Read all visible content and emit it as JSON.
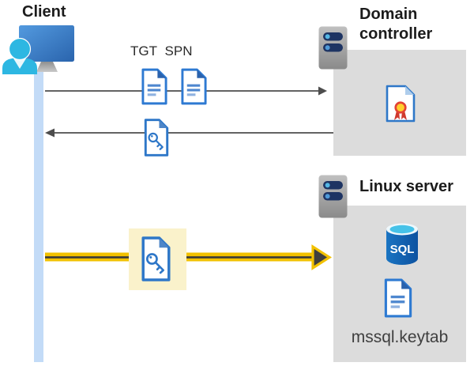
{
  "labels": {
    "client": "Client",
    "domain_controller": "Domain controller",
    "linux_server": "Linux server",
    "tgt": "TGT",
    "spn": "SPN",
    "keytab": "mssql.keytab",
    "sql": "SQL"
  },
  "colors": {
    "doc_icon_blue": "#2e7ad2",
    "doc_fold_blue": "#2a62ad",
    "timeline_blue": "#c3dbf7",
    "box_gray": "#dcdcdc",
    "arrow_gray": "#4d4d4d",
    "arrow_yellow": "#f2c100",
    "arrowhead_dark": "#3f3f3f",
    "highlight_yellow": "#faf2cb",
    "person_cyan": "#2db7e2",
    "monitor_blue": "#3b7cc4",
    "server_pill_navy": "#1e3463",
    "sql_cylinder_blue": "#1268b6",
    "sql_top_cyan": "#46c2e8",
    "seal_yellow": "#ffd02e",
    "seal_red": "#e34234"
  },
  "icons": {
    "client_workstation": "monitor with user silhouette",
    "server": "gray tower server with two status pills",
    "document": "page with folded corner and text lines",
    "key_file": "page with folded corner and key glyph",
    "certificate": "page with yellow ribbon seal",
    "sql_database": "blue database cylinder labeled SQL"
  }
}
